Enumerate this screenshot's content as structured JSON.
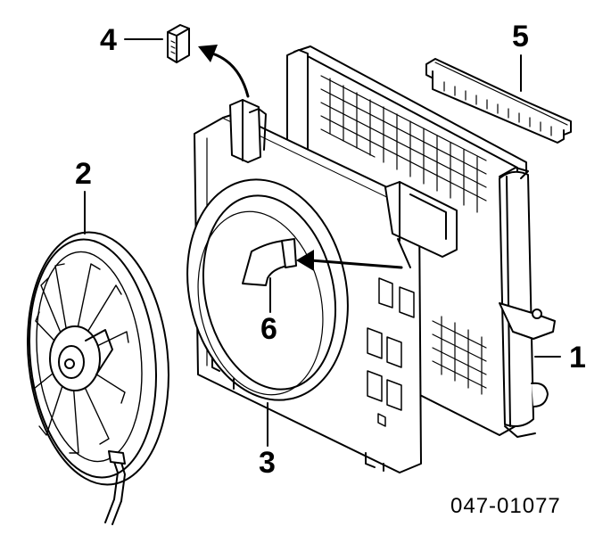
{
  "callouts": {
    "c1": "1",
    "c2": "2",
    "c3": "3",
    "c4": "4",
    "c5": "5",
    "c6": "6"
  },
  "reference_code": "047-01077"
}
